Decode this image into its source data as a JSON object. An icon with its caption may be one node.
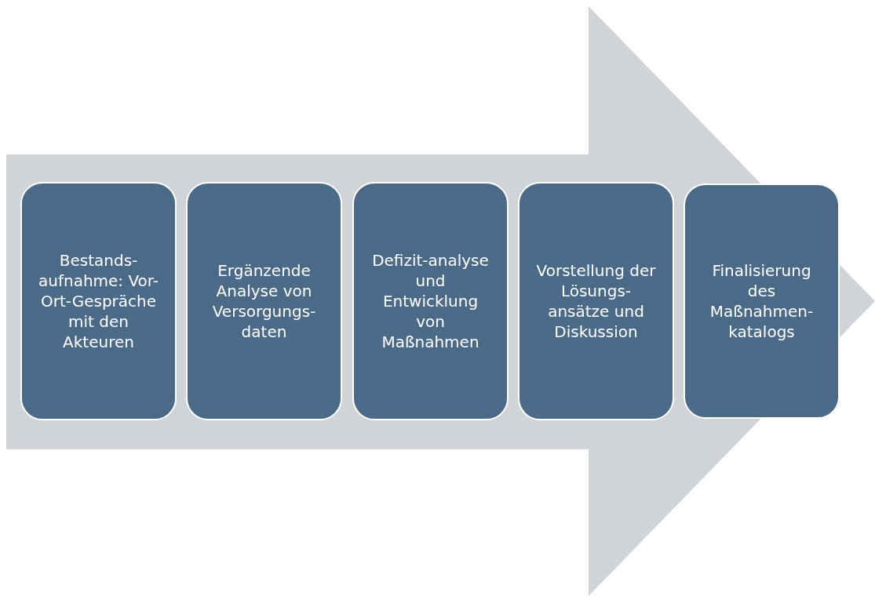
{
  "diagram": {
    "nodes": [
      {
        "text": [],
        "shape": "arrow"
      },
      {
        "text": [
          "Bestands-aufnahme: Vor-Ort-Gespräche mit den Akteuren"
        ],
        "in": 0
      },
      {
        "text": [
          "Ergänzende Analyse von Versorgungs-daten"
        ],
        "in": 0
      },
      {
        "text": [
          "Defizit-analyse und Entwicklung von Maßnahmen"
        ],
        "in": 0
      },
      {
        "text": [
          "Vorstellung der Lösungs-ansätze und Diskussion"
        ],
        "in": 0
      },
      {
        "text": [
          "Finalisierung des Maßnahmen-katalogs"
        ],
        "in": 0
      }
    ]
  }
}
